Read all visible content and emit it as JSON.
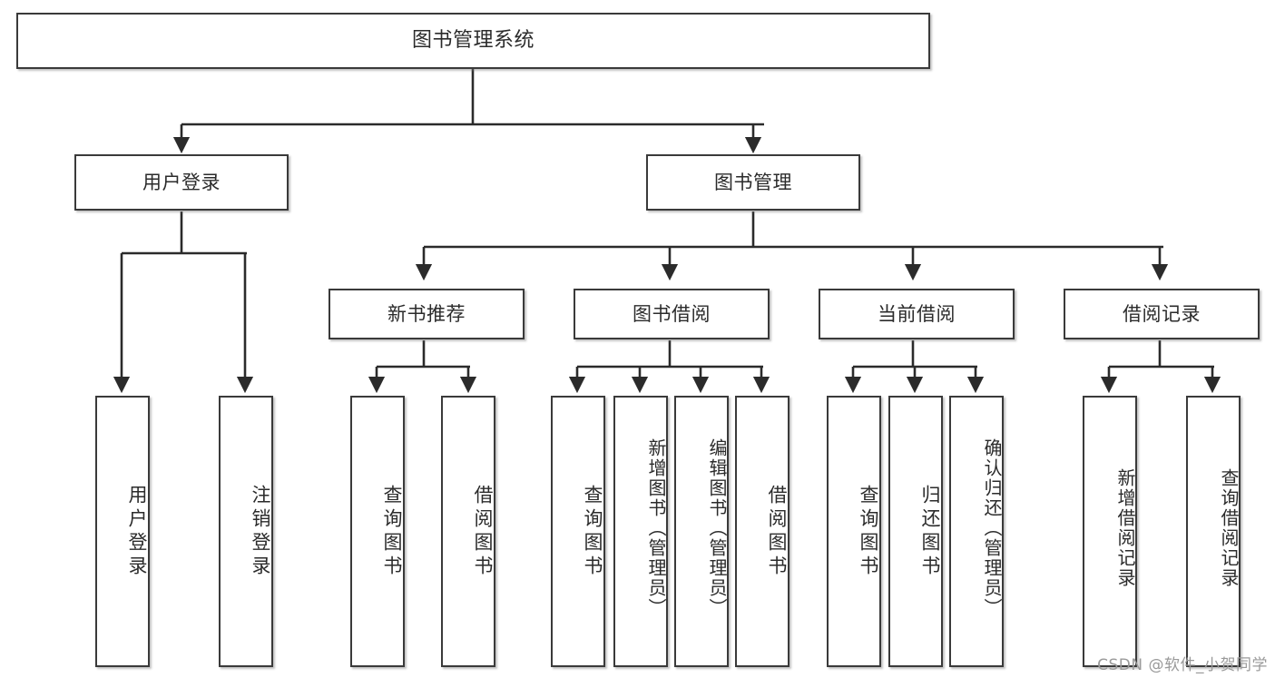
{
  "diagram": {
    "title": "图书管理系统",
    "type": "tree-hierarchy",
    "watermark": "CSDN @软件_小贺同学",
    "colors": {
      "box_border": "#3a3a3a",
      "box_fill": "#ffffff",
      "connector": "#2b2b2b",
      "text": "#2b2b2b",
      "watermark": "#9a9a9a"
    },
    "root": {
      "label": "图书管理系统"
    },
    "level2": [
      {
        "id": "user-login",
        "label": "用户登录"
      },
      {
        "id": "book-manage",
        "label": "图书管理"
      }
    ],
    "level3": [
      {
        "id": "new-book-recommend",
        "label": "新书推荐"
      },
      {
        "id": "book-borrow",
        "label": "图书借阅"
      },
      {
        "id": "current-borrow",
        "label": "当前借阅"
      },
      {
        "id": "borrow-record",
        "label": "借阅记录"
      }
    ],
    "leaves": {
      "user_login": [
        {
          "id": "leaf-user-login",
          "label": "用户登录"
        },
        {
          "id": "leaf-logout",
          "label": "注销登录"
        }
      ],
      "new_book_recommend": [
        {
          "id": "leaf-query-book-1",
          "label": "查询图书"
        },
        {
          "id": "leaf-borrow-book-1",
          "label": "借阅图书"
        }
      ],
      "book_borrow": [
        {
          "id": "leaf-query-book-2",
          "label": "查询图书"
        },
        {
          "id": "leaf-add-book",
          "label": "新增图书（管理员）"
        },
        {
          "id": "leaf-edit-book",
          "label": "编辑图书（管理员）"
        },
        {
          "id": "leaf-borrow-book-2",
          "label": "借阅图书"
        }
      ],
      "current_borrow": [
        {
          "id": "leaf-query-book-3",
          "label": "查询图书"
        },
        {
          "id": "leaf-return-book",
          "label": "归还图书"
        },
        {
          "id": "leaf-confirm-return",
          "label": "确认归还（管理员）"
        }
      ],
      "borrow_record": [
        {
          "id": "leaf-add-record",
          "label": "新增借阅记录"
        },
        {
          "id": "leaf-query-record",
          "label": "查询借阅记录"
        }
      ]
    }
  }
}
